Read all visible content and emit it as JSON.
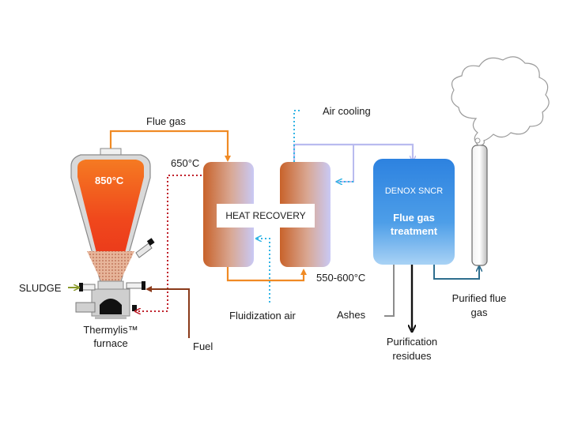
{
  "labels": {
    "flue_gas": "Flue gas",
    "furnace_temp": "850°C",
    "outlet_temp": "650°C",
    "heat_recovery": "HEAT RECOVERY",
    "return_temp": "550-600°C",
    "air_cooling": "Air cooling",
    "denox": "DENOX SNCR",
    "flue_gas_treatment": "Flue gas treatment",
    "sludge": "SLUDGE",
    "furnace_name": "Thermylis™ furnace",
    "fuel": "Fuel",
    "fluidization_air": "Fluidization air",
    "ashes": "Ashes",
    "purification_residues": "Purification residues",
    "purified_flue_gas": "Purified flue gas"
  },
  "colors": {
    "flue_gas_arrow": "#f08a24",
    "furnace_hot": "#f0431a",
    "furnace_top": "#f57a20",
    "furnace_shell": "#d8d8d8",
    "air_arrow_dotted": "#33b5e5",
    "fuel_arrow": "#8a3a1a",
    "red_dotted": "#c0202a",
    "treatment_box": "#3a8fe0",
    "duct_lavender": "#c5c7f0",
    "purified_arrow": "#2e6e8e",
    "sludge_arrow": "#8a9a2a"
  }
}
